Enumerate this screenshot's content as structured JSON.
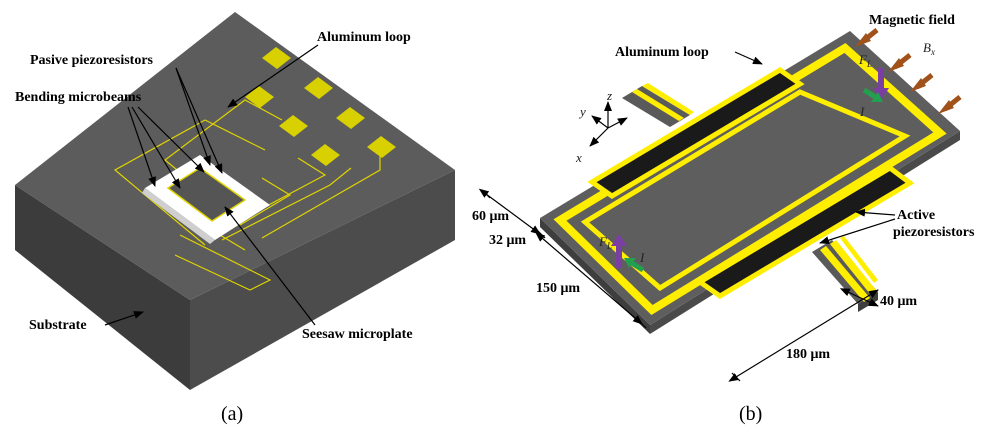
{
  "panel_a": {
    "caption": "(a)",
    "labels": {
      "aluminum_loop": "Aluminum loop",
      "pasive_piezoresistors": "Pasive piezoresistors",
      "bending_microbeams": "Bending microbeams",
      "substrate": "Substrate",
      "seesaw_microplate": "Seesaw microplate"
    }
  },
  "panel_b": {
    "caption": "(b)",
    "labels": {
      "aluminum_loop": "Aluminum loop",
      "magnetic_field": "Magnetic field",
      "active_piezoresistors_1": "Active",
      "active_piezoresistors_2": "piezoresistors"
    },
    "symbols": {
      "bx": "B",
      "bx_sub": "x",
      "fl": "F",
      "fl_sub": "L",
      "fl_bottom": "F",
      "fl_bottom_sub": "L",
      "current_top": "I",
      "current_bottom": "I",
      "axis_z": "z",
      "axis_y": "y",
      "axis_x": "x"
    },
    "dimensions": {
      "d60": "60 μm",
      "d32": "32 μm",
      "d150": "150 μm",
      "d40": "40 μm",
      "d180": "180 μm"
    }
  },
  "colors": {
    "substrate_top": "#5a5a5a",
    "substrate_side": "#484848",
    "metal_yellow": "#ffee00",
    "pad_yellow": "#d8d000",
    "field_arrow": "#a0521a",
    "force_arrow": "#7a3fa0",
    "current_arrow": "#22a050"
  }
}
